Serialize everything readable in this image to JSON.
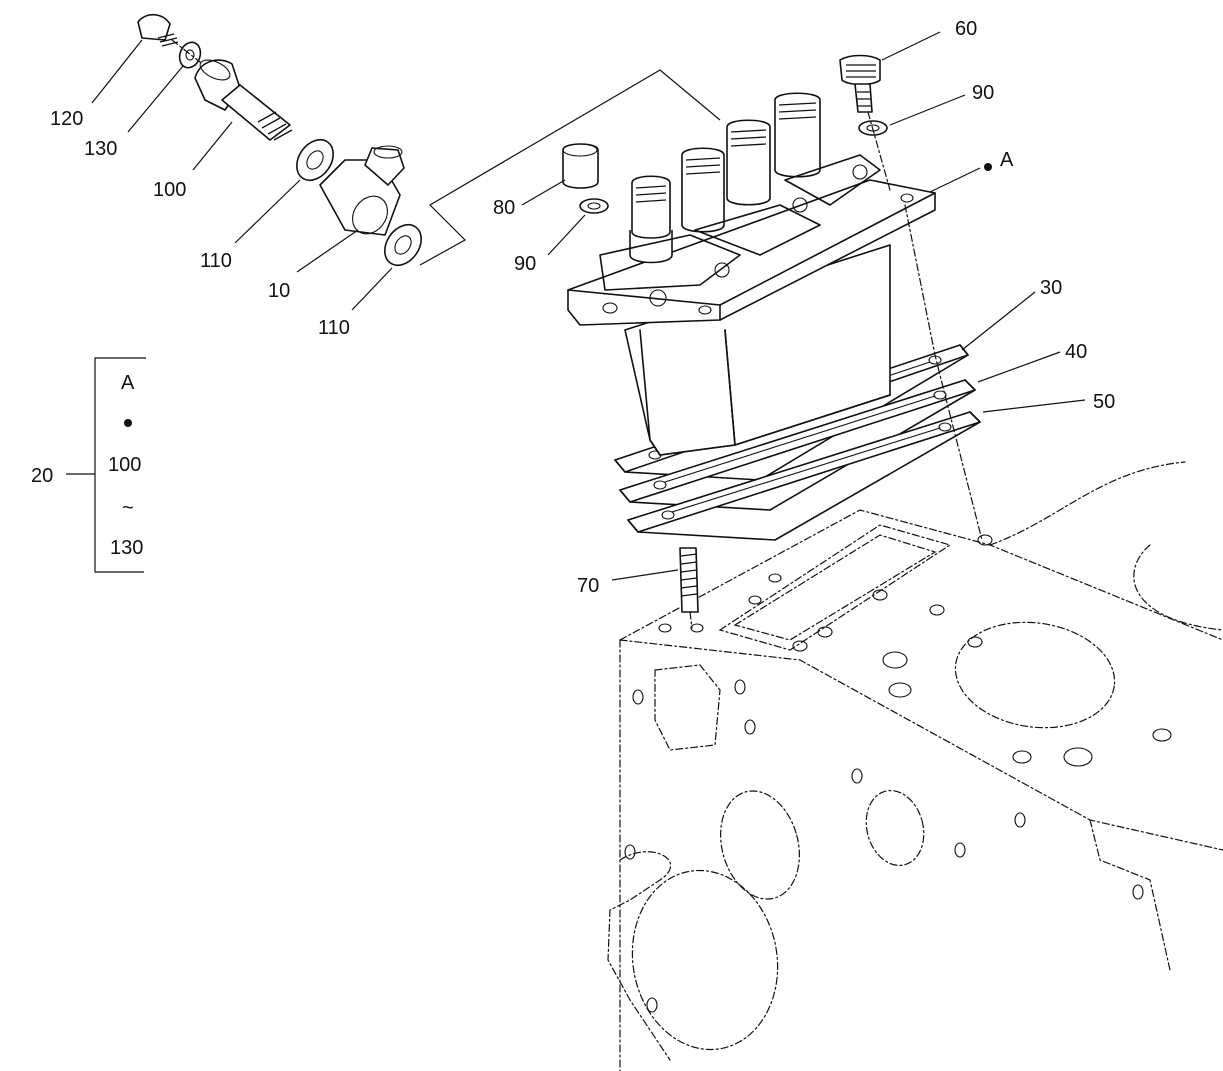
{
  "callouts": {
    "c10": "10",
    "c20": "20",
    "c30": "30",
    "c40": "40",
    "c50": "50",
    "c60": "60",
    "c70": "70",
    "c80": "80",
    "c90a": "90",
    "c90b": "90",
    "c100": "100",
    "c110a": "110",
    "c110b": "110",
    "c120": "120",
    "c130": "130",
    "assembly_ref": "A"
  },
  "group_bracket": {
    "top_label": "A",
    "from_label": "100",
    "range_symbol": "~",
    "to_label": "130"
  },
  "icons": {
    "bullet": "filled-dot-icon",
    "range": "tilde-range-icon"
  }
}
